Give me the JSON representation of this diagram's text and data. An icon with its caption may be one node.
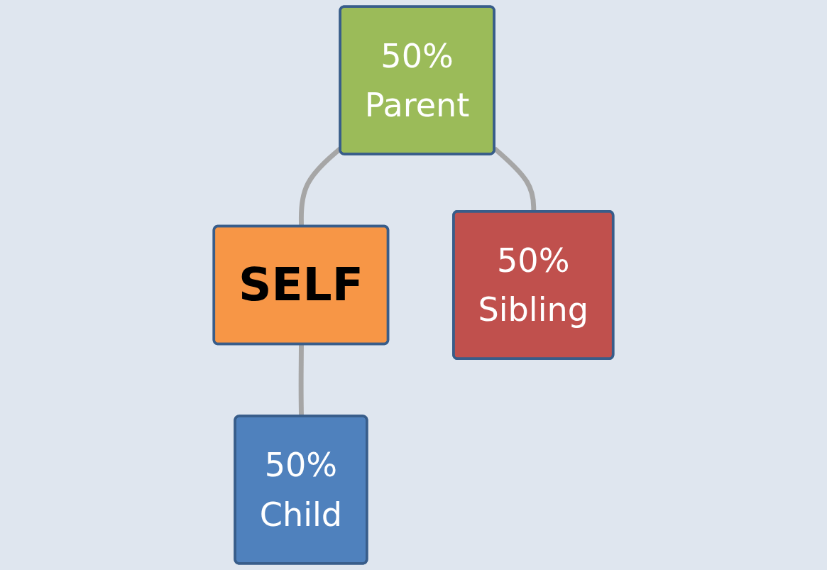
{
  "diagram": {
    "nodes": [
      {
        "text": [
          "50%",
          "Parent"
        ]
      },
      {
        "text": [
          "SELF"
        ]
      },
      {
        "text": [
          "50%",
          "Sibling"
        ]
      },
      {
        "text": [
          "50%",
          "Child"
        ]
      }
    ],
    "edges": [
      {
        "from": 0,
        "to": 1,
        "arrow": "none"
      },
      {
        "from": 0,
        "to": 2,
        "arrow": "none"
      },
      {
        "from": 1,
        "to": 3,
        "arrow": "none"
      }
    ]
  }
}
